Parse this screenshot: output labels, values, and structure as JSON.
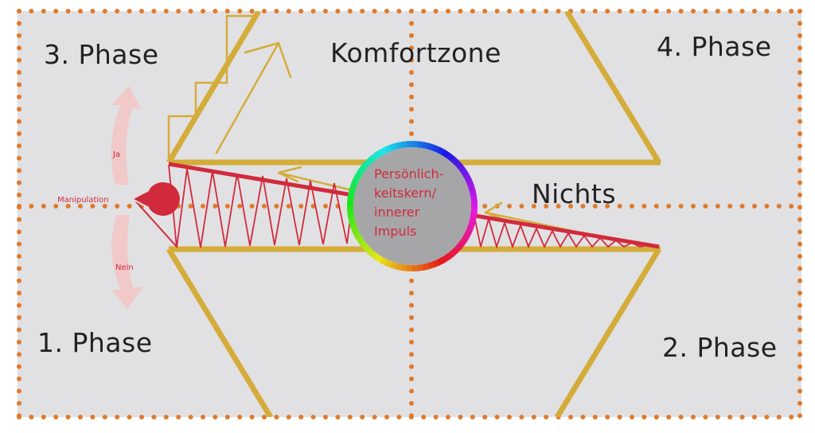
{
  "labels": {
    "phase1": "1. Phase",
    "phase2": "2. Phase",
    "phase3": "3. Phase",
    "phase4": "4. Phase",
    "comfort_zone": "Komfortzone",
    "nothing": "Nichts",
    "yes": "Ja",
    "no": "Nein",
    "manipulation": "Manipulation",
    "core_line1": "Persönlich-",
    "core_line2": "keitskern/",
    "core_line3": "innerer",
    "core_line4": "Impuls"
  },
  "colors": {
    "background": "#e1e1e3",
    "dots": "#e07a2c",
    "gold": "#d4ac3a",
    "red": "#d12a3c",
    "core_fill": "#a6a6a8",
    "arrow_pink": "#f2c9c9"
  }
}
